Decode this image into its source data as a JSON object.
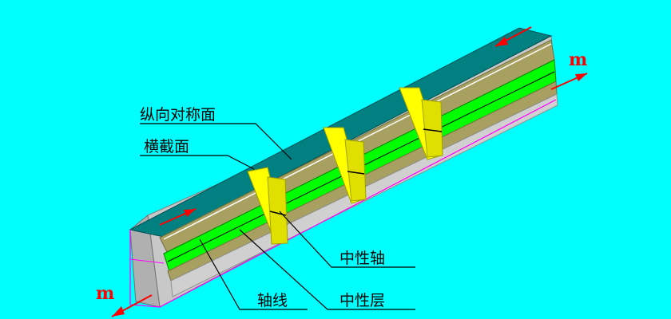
{
  "labels": {
    "longitudinal_symmetry_plane": "纵向对称面",
    "cross_section": "横截面",
    "neutral_axis": "中性轴",
    "neutral_layer": "中性层",
    "axis_line": "轴线"
  },
  "moment_labels": {
    "right": "m",
    "left": "m"
  },
  "colors": {
    "background": "#00ffff",
    "beam_top": "#008080",
    "layer_tan": "#a0a060",
    "neutral_layer": "#00ff00",
    "beam_side": "#c0c0c0",
    "cross_section": "#ffff00",
    "moment_arrow": "#ff0000"
  }
}
